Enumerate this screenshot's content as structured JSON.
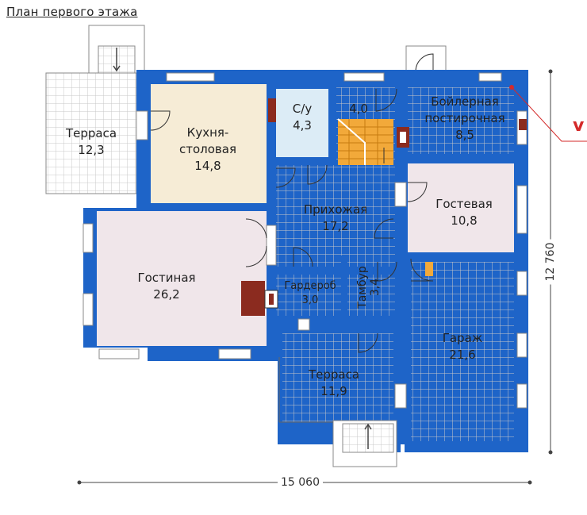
{
  "title": "План первого этажа",
  "rooms": {
    "terrace_left": {
      "name": "Терраса",
      "area": "12,3"
    },
    "kitchen": {
      "name1": "Кухня-",
      "name2": "столовая",
      "area": "14,8"
    },
    "bathroom": {
      "name": "С/у",
      "area": "4,3"
    },
    "stair_room": {
      "area": "4,0"
    },
    "boiler": {
      "name1": "Бойлерная",
      "name2": "постирочная",
      "area": "8,5"
    },
    "hall": {
      "name": "Прихожая",
      "area": "17,2"
    },
    "guest": {
      "name": "Гостевая",
      "area": "10,8"
    },
    "living": {
      "name": "Гостиная",
      "area": "26,2"
    },
    "wardrobe": {
      "name": "Гардероб",
      "area": "3,0"
    },
    "vestibule": {
      "name": "Тамбур",
      "area": "3,4"
    },
    "garage": {
      "name": "Гараж",
      "area": "21,6"
    },
    "terrace_bottom": {
      "name": "Терраса",
      "area": "11,9"
    }
  },
  "dimensions": {
    "width": "15 060",
    "height": "12 760"
  },
  "north_mark": "v",
  "colors": {
    "wall": "#1e64c8",
    "kitchen": "#f6ecd6",
    "bathroom": "#dcecf6",
    "living": "#f0e6ea",
    "stairs": "#f2a93a",
    "fireplace": "#8b2b1f",
    "grid": "#c8c8c8",
    "accent": "#d42a2a"
  }
}
